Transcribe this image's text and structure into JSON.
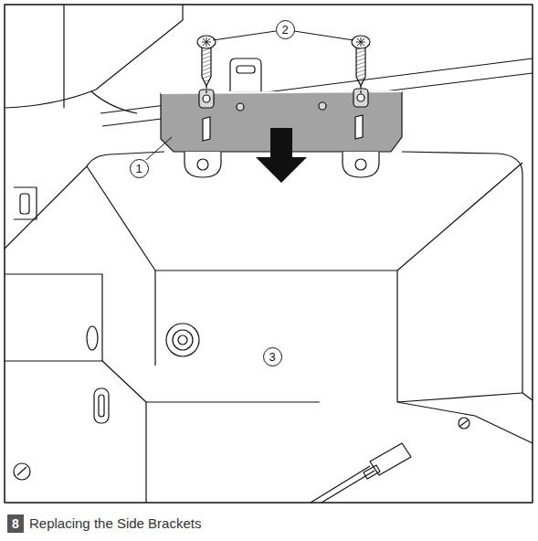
{
  "diagram": {
    "caption": "Replacing the Side Brackets",
    "labels": [
      "2",
      "1",
      "3",
      "8"
    ]
  }
}
